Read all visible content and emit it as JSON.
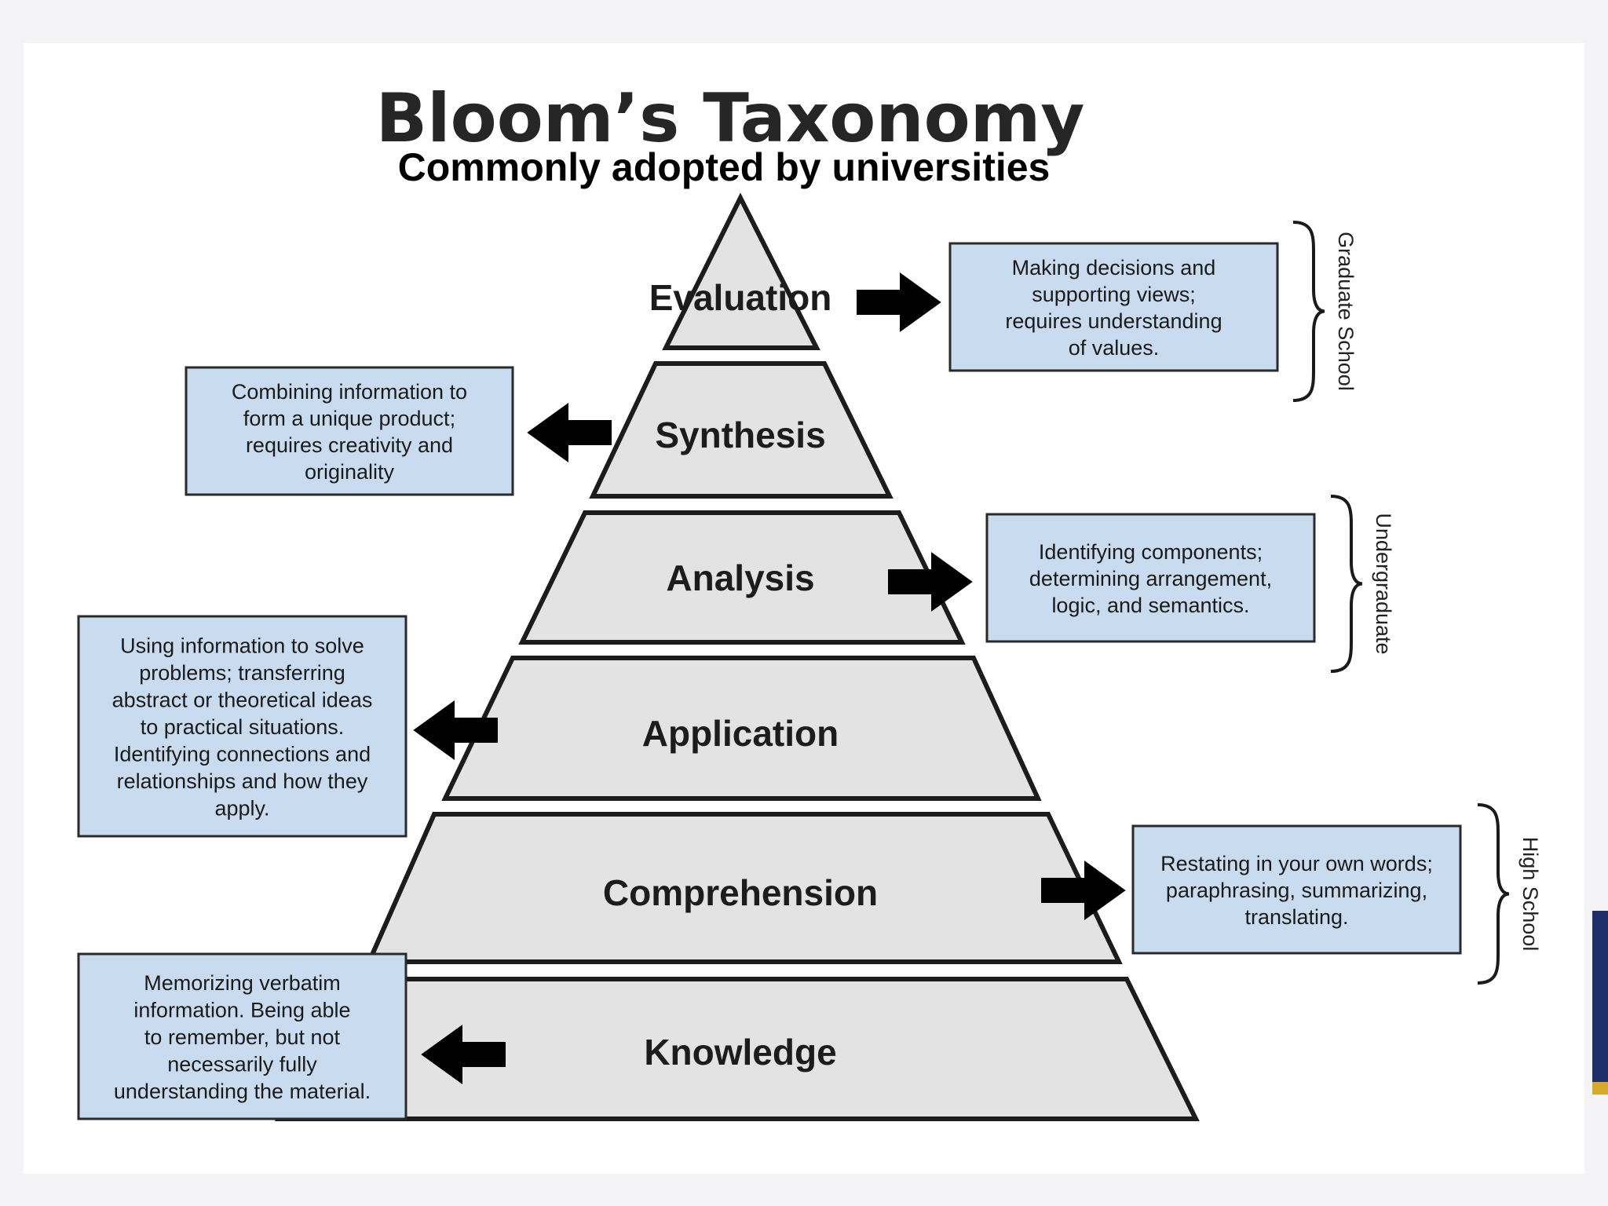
{
  "title": "Bloom’s Taxonomy",
  "subtitle": "Commonly adopted by universities",
  "colors": {
    "background": "#f4f4f6",
    "canvas": "#ffffff",
    "level_fill": "#e3e3e3",
    "box_fill": "#c9dcef",
    "outline": "#1c1c1c",
    "accent_navy": "#1f2f6b",
    "accent_gold": "#d8a928"
  },
  "levels": [
    {
      "label": "Evaluation",
      "description": [
        "Making decisions and",
        "supporting views;",
        "requires understanding",
        "of values."
      ],
      "side": "right"
    },
    {
      "label": "Synthesis",
      "description": [
        "Combining information to",
        "form a unique product;",
        "requires creativity and",
        "originality"
      ],
      "side": "left"
    },
    {
      "label": "Analysis",
      "description": [
        "Identifying components;",
        "determining arrangement,",
        "logic, and semantics."
      ],
      "side": "right"
    },
    {
      "label": "Application",
      "description": [
        "Using information to solve",
        "problems; transferring",
        "abstract or theoretical ideas",
        "to practical situations.",
        "Identifying connections and",
        "relationships and how they",
        "apply."
      ],
      "side": "left"
    },
    {
      "label": "Comprehension",
      "description": [
        "Restating in your own words;",
        "paraphrasing, summarizing,",
        "translating."
      ],
      "side": "right"
    },
    {
      "label": "Knowledge",
      "description": [
        "Memorizing verbatim",
        "information. Being able",
        "to remember, but not",
        "necessarily fully",
        "understanding the material."
      ],
      "side": "left"
    }
  ],
  "brackets": [
    {
      "label": "Graduate School"
    },
    {
      "label": "Undergraduate"
    },
    {
      "label": "High School"
    }
  ],
  "icons": {
    "arrow_right": "arrow-right-icon",
    "arrow_left": "arrow-left-icon",
    "bracket": "curly-bracket-icon"
  }
}
